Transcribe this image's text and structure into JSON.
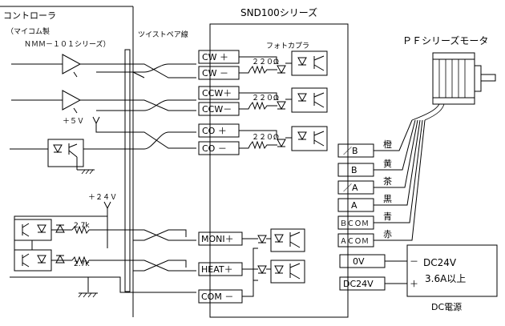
{
  "controller": {
    "title": "コントローラ",
    "subtitle1": "（マイコム製",
    "subtitle2": "ＮＭＭ－１０１シリーズ）",
    "twisted_pair": "ツイストペア線",
    "plus5v": "＋５Ｖ",
    "plus24v": "＋２４Ｖ",
    "res1": "2.7k",
    "res2": "2.7k"
  },
  "driver": {
    "title": "SND100シリーズ",
    "photocoupler": "フォトカプラ",
    "resistor": "２２０Ω",
    "terminals": [
      "CW ＋",
      "CW －",
      "CCW＋",
      "CCW－",
      "CO ＋",
      "CO －",
      "MONI＋",
      "HEAT＋",
      "COM －"
    ]
  },
  "motor": {
    "title": "ＰＦシリーズモータ",
    "terminals": [
      "／B",
      "B",
      "／A",
      "A",
      "ＢＣＯＭ",
      "ＡＣＯＭ"
    ],
    "wire_colors": [
      "橙",
      "黄",
      "茶",
      "黒",
      "青",
      "赤"
    ]
  },
  "power": {
    "terminal_0v": "0V",
    "terminal_dc24v": "DC24V",
    "spec1": "DC24V",
    "spec2": "3.6A以上",
    "minus": "－",
    "plus": "＋",
    "caption": "DC電源"
  }
}
